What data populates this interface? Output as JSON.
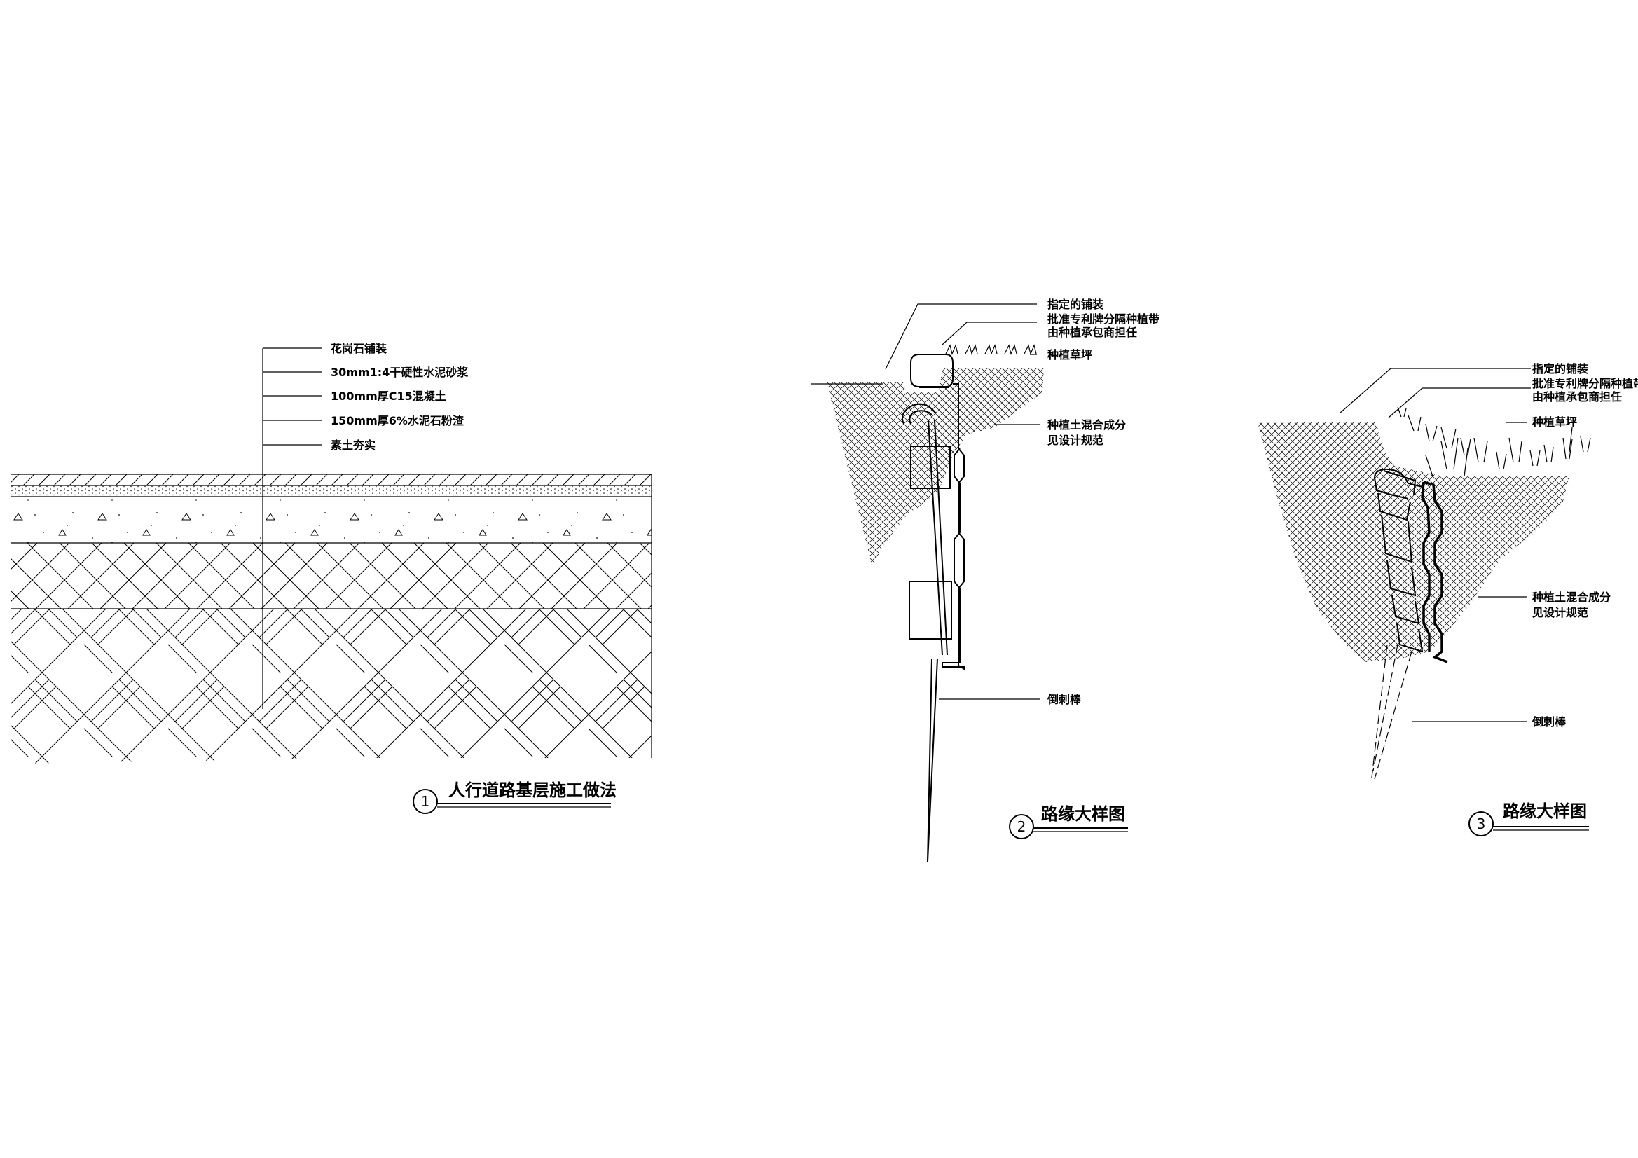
{
  "detail1": {
    "number": "1",
    "title": "人行道路基层施工做法",
    "layers": [
      "花岗石铺装",
      "30mm1:4干硬性水泥砂浆",
      "100mm厚C15混凝土",
      "150mm厚6%水泥石粉渣",
      "素土夯实"
    ]
  },
  "detail2": {
    "number": "2",
    "title": "路缘大样图",
    "labels": {
      "paving": "指定的铺装",
      "edging_line1": "批准专利牌分隔种植带",
      "edging_line2": "由种植承包商担任",
      "lawn": "种植草坪",
      "soil_line1": "种植土混合成分",
      "soil_line2": "见设计规范",
      "stake": "倒刺棒"
    }
  },
  "detail3": {
    "number": "3",
    "title": "路缘大样图",
    "labels": {
      "paving": "指定的铺装",
      "edging_line1": "批准专利牌分隔种植带",
      "edging_line2": "由种植承包商担任",
      "lawn": "种植草坪",
      "soil_line1": "种植土混合成分",
      "soil_line2": "见设计规范",
      "stake": "倒刺棒"
    }
  }
}
